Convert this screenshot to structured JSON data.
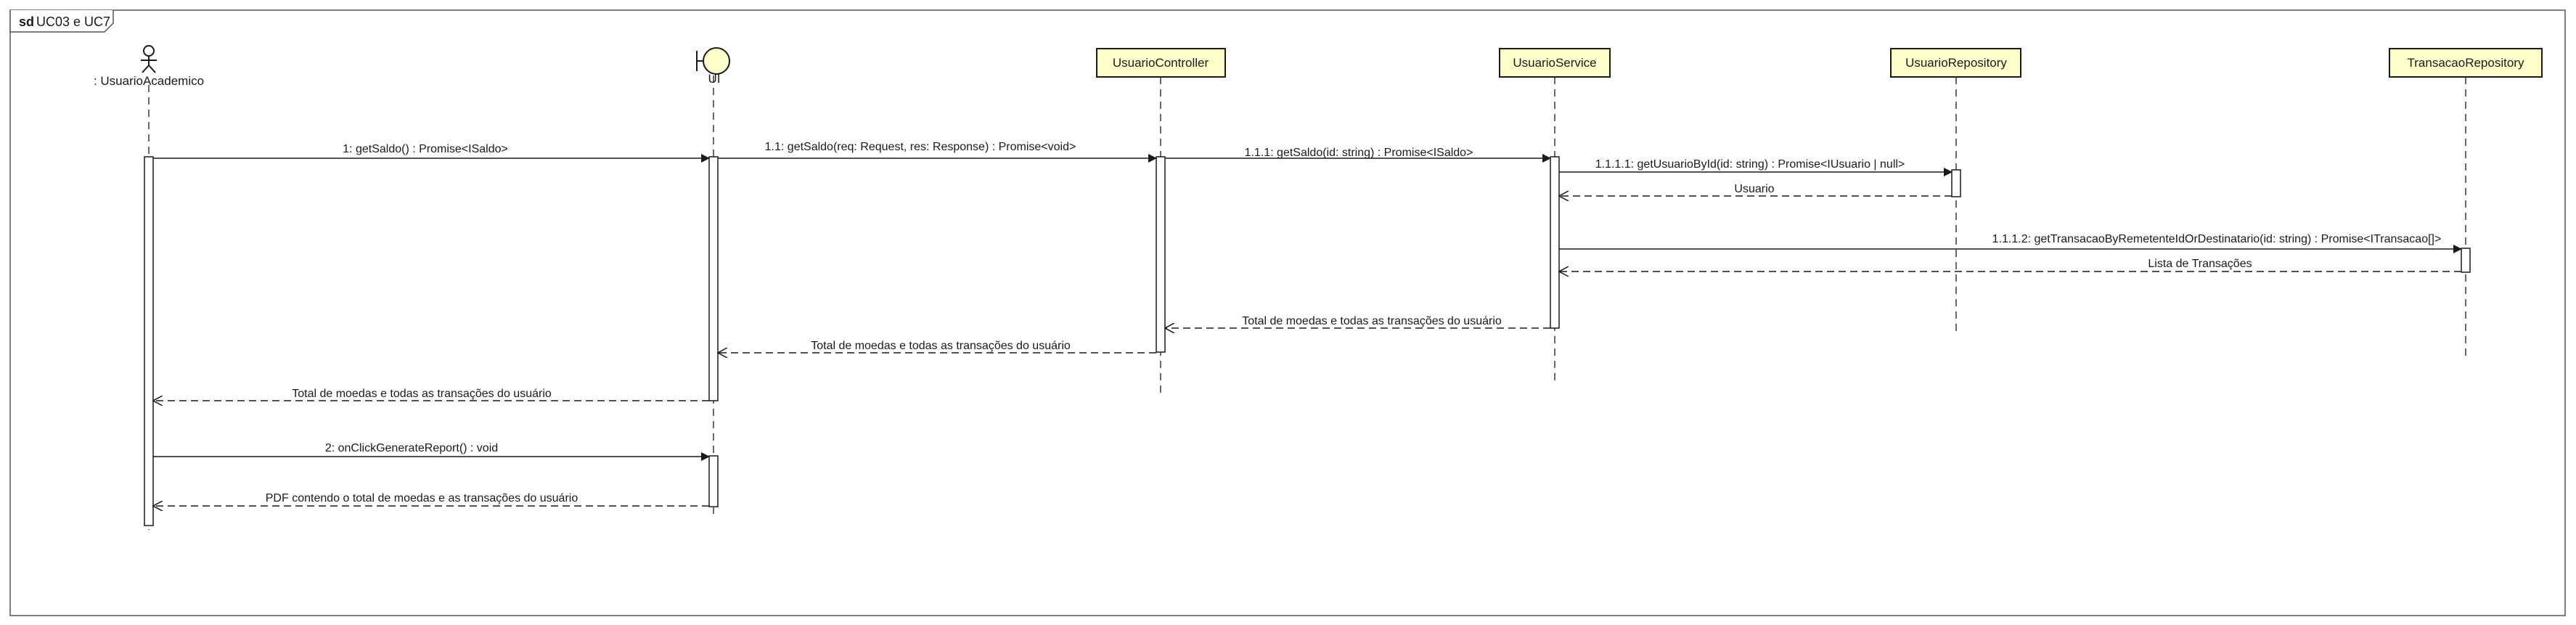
{
  "frame": {
    "keyword": "sd",
    "name": "UC03 e UC7"
  },
  "lifelines": [
    {
      "id": "actor",
      "kind": "actor",
      "label": ": UsuarioAcademico"
    },
    {
      "id": "ui",
      "kind": "boundary",
      "label": "UI"
    },
    {
      "id": "controller",
      "kind": "participant",
      "label": "UsuarioController"
    },
    {
      "id": "service",
      "kind": "participant",
      "label": "UsuarioService"
    },
    {
      "id": "userrepo",
      "kind": "participant",
      "label": "UsuarioRepository"
    },
    {
      "id": "txrepo",
      "kind": "participant",
      "label": "TransacaoRepository"
    }
  ],
  "messages": [
    {
      "from": "actor",
      "to": "ui",
      "kind": "sync",
      "label": "1: getSaldo() : Promise<ISaldo>"
    },
    {
      "from": "ui",
      "to": "controller",
      "kind": "sync",
      "label": "1.1: getSaldo(req: Request, res: Response) : Promise<void>"
    },
    {
      "from": "controller",
      "to": "service",
      "kind": "sync",
      "label": "1.1.1: getSaldo(id: string) : Promise<ISaldo>"
    },
    {
      "from": "service",
      "to": "userrepo",
      "kind": "sync",
      "label": "1.1.1.1: getUsuarioById(id: string) : Promise<IUsuario | null>"
    },
    {
      "from": "userrepo",
      "to": "service",
      "kind": "return",
      "label": "Usuario"
    },
    {
      "from": "service",
      "to": "txrepo",
      "kind": "sync",
      "label": "1.1.1.2: getTransacaoByRemetenteIdOrDestinatario(id: string) : Promise<ITransacao[]>"
    },
    {
      "from": "txrepo",
      "to": "service",
      "kind": "return",
      "label": "Lista de Transações"
    },
    {
      "from": "service",
      "to": "controller",
      "kind": "return",
      "label": "Total de moedas e todas as transações do usuário"
    },
    {
      "from": "controller",
      "to": "ui",
      "kind": "return",
      "label": "Total de moedas e todas as transações do usuário"
    },
    {
      "from": "ui",
      "to": "actor",
      "kind": "return",
      "label": "Total de moedas e todas as transações do usuário"
    },
    {
      "from": "actor",
      "to": "ui",
      "kind": "sync",
      "label": "2: onClickGenerateReport() : void"
    },
    {
      "from": "ui",
      "to": "actor",
      "kind": "return",
      "label": "PDF contendo o total de moedas e as transações do usuário"
    }
  ],
  "colors": {
    "participant_fill": "#FEFFC8",
    "line": "#1a1a1a",
    "frame_border": "#555555"
  }
}
